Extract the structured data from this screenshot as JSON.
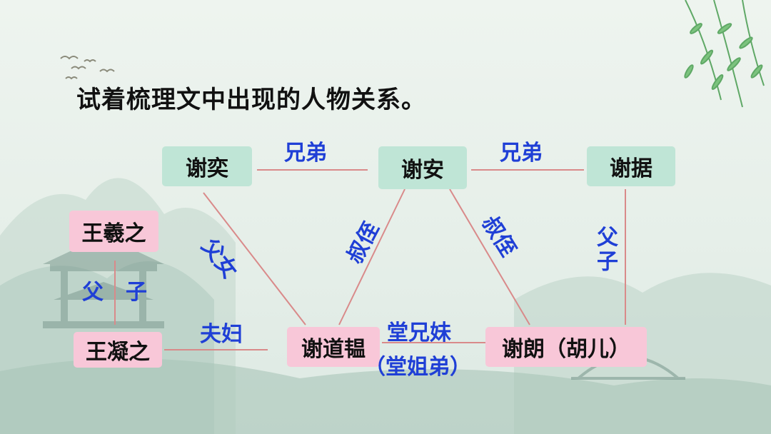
{
  "title": "试着梳理文中出现的人物关系。",
  "people": {
    "xie_yi": "谢奕",
    "xie_an": "谢安",
    "xie_ju": "谢据",
    "wang_xizhi": "王羲之",
    "wang_ningzhi": "王凝之",
    "xie_daoyun": "谢道韫",
    "xie_lang": "谢朗（胡儿）"
  },
  "relations": {
    "yi_an": "兄弟",
    "an_ju": "兄弟",
    "yi_daoyun": "父女",
    "an_daoyun": "叔侄",
    "an_lang": "叔侄",
    "ju_lang": "父子",
    "xizhi_ningzhi_1": "父",
    "xizhi_ningzhi_2": "子",
    "ningzhi_daoyun": "夫妇",
    "daoyun_lang_1": "堂兄妹",
    "daoyun_lang_2": "（堂姐弟）"
  },
  "colors": {
    "green_box": "#bfe5d6",
    "pink_box": "#f8c7d8",
    "relation_text": "#1f3fd6",
    "line": "#d98a8a"
  }
}
